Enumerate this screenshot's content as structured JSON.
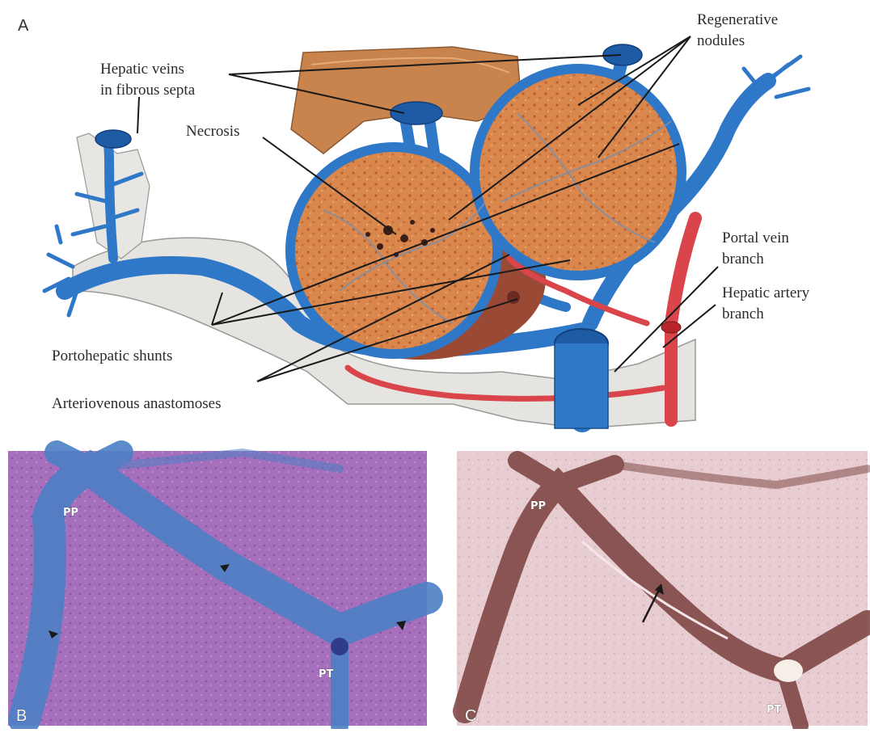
{
  "panel_a": {
    "letter": "A",
    "labels": {
      "hepatic_veins_line1": "Hepatic veins",
      "hepatic_veins_line2": "in fibrous septa",
      "regenerative_line1": "Regenerative",
      "regenerative_line2": "nodules",
      "necrosis": "Necrosis",
      "portal_vein_line1": "Portal vein",
      "portal_vein_line2": "branch",
      "hepatic_artery_line1": "Hepatic artery",
      "hepatic_artery_line2": "branch",
      "portohepatic_shunts": "Portohepatic shunts",
      "arteriovenous_anastomoses": "Arteriovenous anastomoses"
    }
  },
  "panel_b": {
    "letter": "B",
    "labels": {
      "pp_top": "PP",
      "pt": "PT"
    }
  },
  "panel_c": {
    "letter": "C",
    "labels": {
      "pp_top": "PP",
      "pt": "PT"
    }
  },
  "colors": {
    "vein_blue": "#2f78c8",
    "artery_red": "#d9454a",
    "nodule_orange": "#d9874c",
    "stain_purple": "#a06cb8",
    "septa_blue": "#4d7fc4",
    "stain_pink": "#e4c6cc",
    "septa_brown": "#7a3f3d"
  }
}
